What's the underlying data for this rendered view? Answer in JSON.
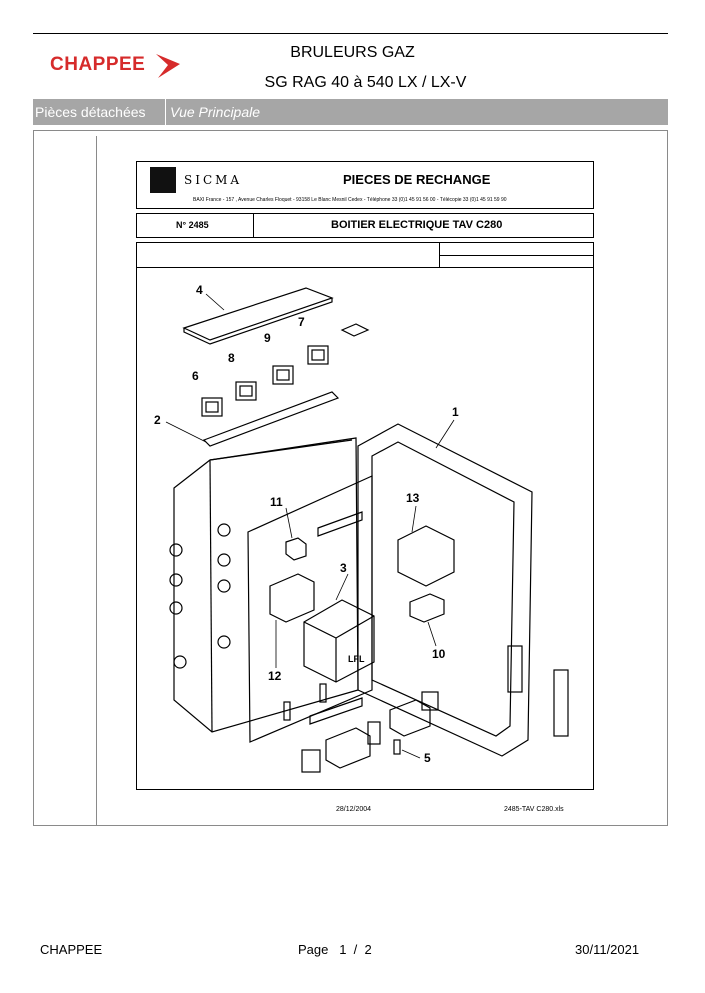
{
  "header": {
    "brand": "CHAPPEE",
    "title_line1": "BRULEURS GAZ",
    "title_line2": "SG RAG 40 à 540 LX / LX-V"
  },
  "breadcrumb": {
    "section": "Pièces détachées",
    "view": "Vue Principale"
  },
  "sheet": {
    "company": "SICMA",
    "heading": "PIECES DE RECHANGE",
    "address": "BAXI France - 157 , Avenue Charles Floquet - 93158 Le Blanc Mesnil Cedex - Téléphone 33 (0)1 45 91 56 00 - Télécopie 33 (0)1 45 91 59 90",
    "number": "N° 2485",
    "part_title": "BOITIER ELECTRIQUE TAV C280",
    "date": "28/12/2004",
    "file": "2485-TAV C280.xls",
    "component_label": "LFL",
    "callouts": [
      "1",
      "2",
      "3",
      "4",
      "5",
      "6",
      "7",
      "8",
      "9",
      "10",
      "11",
      "12",
      "13"
    ]
  },
  "footer": {
    "company": "CHAPPEE",
    "page": "Page   1  /  2",
    "date": "30/11/2021"
  },
  "colors": {
    "brand_red": "#d62b2b",
    "bar_gray": "#a6a6a6"
  }
}
